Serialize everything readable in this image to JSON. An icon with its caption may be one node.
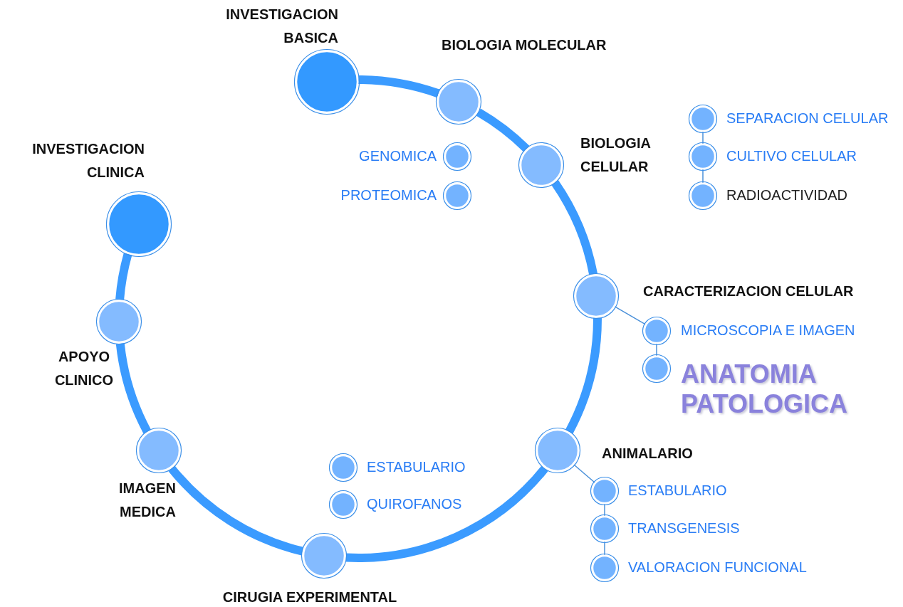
{
  "diagram": {
    "nodes": [
      {
        "text": [],
        "shape": "circle",
        "beside": [
          "INVESTIGACION BASICA"
        ]
      },
      {
        "text": [],
        "shape": "circle",
        "beside": [
          "BIOLOGIA MOLECULAR"
        ]
      },
      {
        "text": [],
        "shape": "circle",
        "beside": [
          "GENOMICA"
        ]
      },
      {
        "text": [],
        "shape": "circle",
        "beside": [
          "PROTEOMICA"
        ]
      },
      {
        "text": [],
        "shape": "circle",
        "beside": [
          "BIOLOGIA CELULAR"
        ]
      },
      {
        "text": [],
        "shape": "circle",
        "beside": [
          "SEPARACION CELULAR"
        ]
      },
      {
        "text": [],
        "shape": "circle",
        "beside": [
          "CULTIVO CELULAR"
        ]
      },
      {
        "text": [],
        "shape": "circle",
        "beside": [
          "RADIOACTIVIDAD"
        ]
      },
      {
        "text": [],
        "shape": "circle",
        "beside": [
          "CARACTERIZACION CELULAR"
        ]
      },
      {
        "text": [],
        "shape": "circle",
        "beside": [
          "MICROSCOPIA E IMAGEN"
        ]
      },
      {
        "text": [],
        "shape": "circle",
        "beside": [
          "ANATOMIA PATOLOGICA"
        ]
      },
      {
        "text": [],
        "shape": "circle",
        "beside": [
          "ANIMALARIO"
        ]
      },
      {
        "text": [],
        "shape": "circle",
        "beside": [
          "ESTABULARIO"
        ]
      },
      {
        "text": [],
        "shape": "circle",
        "beside": [
          "TRANSGENESIS"
        ]
      },
      {
        "text": [],
        "shape": "circle",
        "beside": [
          "VALORACION FUNCIONAL"
        ]
      },
      {
        "text": [],
        "shape": "circle",
        "beside": [
          "ESTABULARIO"
        ]
      },
      {
        "text": [],
        "shape": "circle",
        "beside": [
          "QUIROFANOS"
        ]
      },
      {
        "text": [],
        "shape": "circle",
        "beside": [
          "CIRUGIA EXPERIMENTAL"
        ]
      },
      {
        "text": [],
        "shape": "circle",
        "beside": [
          "IMAGEN MEDICA"
        ]
      },
      {
        "text": [],
        "shape": "circle",
        "beside": [
          "APOYO CLINICO"
        ]
      },
      {
        "text": [],
        "shape": "circle",
        "beside": [
          "INVESTIGACION CLINICA"
        ]
      }
    ],
    "edges": [
      {
        "from": 0,
        "to": 1,
        "arrow": "none"
      },
      {
        "from": 1,
        "to": 4,
        "arrow": "none"
      },
      {
        "from": 4,
        "to": 8,
        "arrow": "none"
      },
      {
        "from": 8,
        "to": 11,
        "arrow": "none"
      },
      {
        "from": 11,
        "to": 17,
        "arrow": "none"
      },
      {
        "from": 17,
        "to": 18,
        "arrow": "none"
      },
      {
        "from": 18,
        "to": 19,
        "arrow": "none"
      },
      {
        "from": 19,
        "to": 20,
        "arrow": "none"
      },
      {
        "from": 5,
        "to": 6,
        "arrow": "none"
      },
      {
        "from": 6,
        "to": 7,
        "arrow": "none"
      },
      {
        "from": 8,
        "to": 9,
        "arrow": "none"
      },
      {
        "from": 9,
        "to": 10,
        "arrow": "none"
      },
      {
        "from": 11,
        "to": 12,
        "arrow": "none"
      },
      {
        "from": 12,
        "to": 13,
        "arrow": "none"
      },
      {
        "from": 13,
        "to": 14,
        "arrow": "none"
      }
    ]
  }
}
